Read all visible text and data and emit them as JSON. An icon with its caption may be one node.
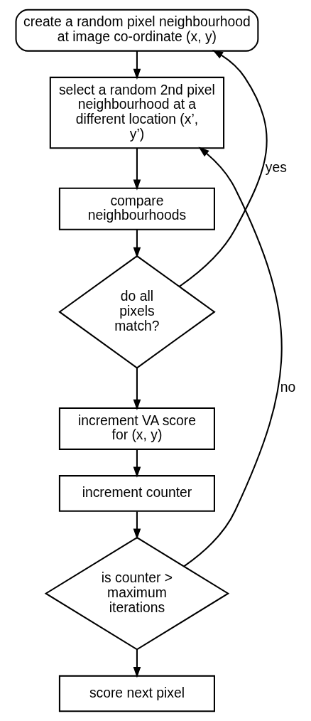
{
  "diagram": {
    "nodes": [
      {
        "text": [
          "create a random pixel neighbourhood at image co-ordinate (x, y)"
        ]
      },
      {
        "text": [
          "select a random 2nd pixel neighbourhood at a different location (x’, y’)"
        ]
      },
      {
        "text": [
          "compare neighbourhoods"
        ]
      },
      {
        "text": [
          "do all pixels match?"
        ]
      },
      {
        "text": [
          "increment VA score for (x, y)"
        ]
      },
      {
        "text": [
          "increment counter"
        ]
      },
      {
        "text": [
          "is counter > maximum iterations"
        ]
      },
      {
        "text": [
          "score next pixel"
        ]
      }
    ],
    "edges": [
      {
        "from": 0,
        "to": 1,
        "arrow": "to"
      },
      {
        "from": 1,
        "to": 2,
        "arrow": "to"
      },
      {
        "from": 2,
        "to": 3,
        "arrow": "to"
      },
      {
        "from": 3,
        "to": 0,
        "arrow": "to",
        "label": "yes"
      },
      {
        "from": 3,
        "to": 4,
        "arrow": "to"
      },
      {
        "from": 4,
        "to": 5,
        "arrow": "to"
      },
      {
        "from": 5,
        "to": 6,
        "arrow": "to"
      },
      {
        "from": 6,
        "to": 1,
        "arrow": "to",
        "label": "no"
      },
      {
        "from": 6,
        "to": 7,
        "arrow": "to"
      }
    ]
  }
}
